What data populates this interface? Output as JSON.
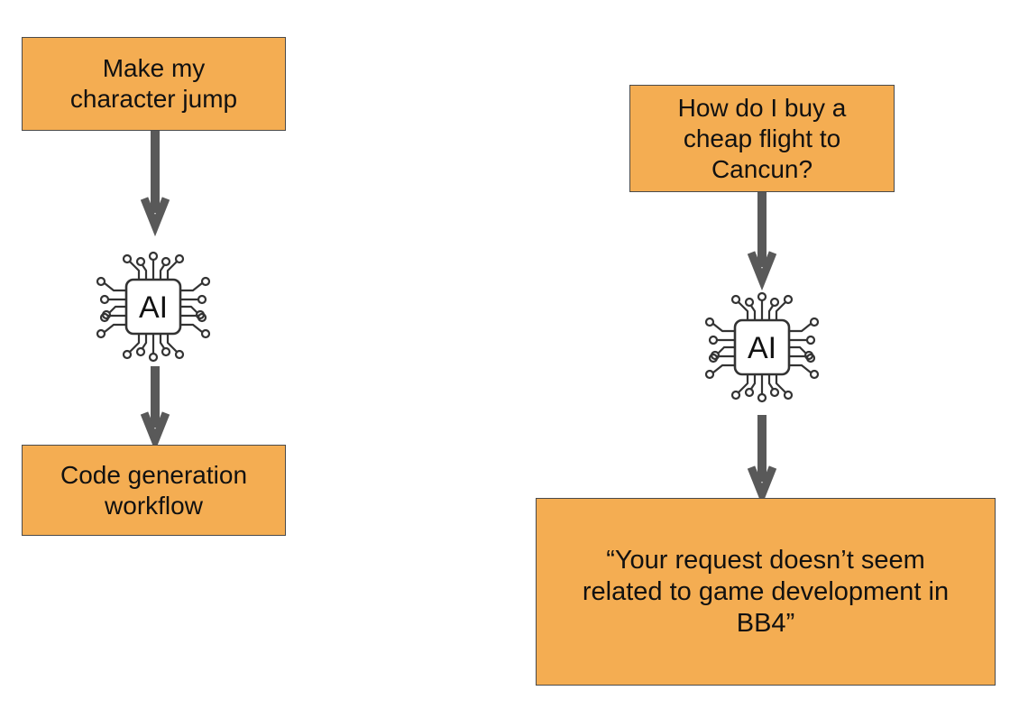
{
  "left_flow": {
    "input_label": "Make my\ncharacter jump",
    "chip_label": "AI",
    "output_label": "Code generation\nworkflow"
  },
  "right_flow": {
    "input_label": "How do I buy a\ncheap flight to\nCancun?",
    "chip_label": "AI",
    "output_label": "“Your request doesn’t seem\nrelated to game development in\nBB4”"
  },
  "colors": {
    "box_fill": "#f4ad52",
    "box_border": "#4a4a4a",
    "arrow": "#595959",
    "chip_stroke": "#333333"
  },
  "icons": [
    "ai-chip-icon",
    "arrow-down-icon"
  ]
}
